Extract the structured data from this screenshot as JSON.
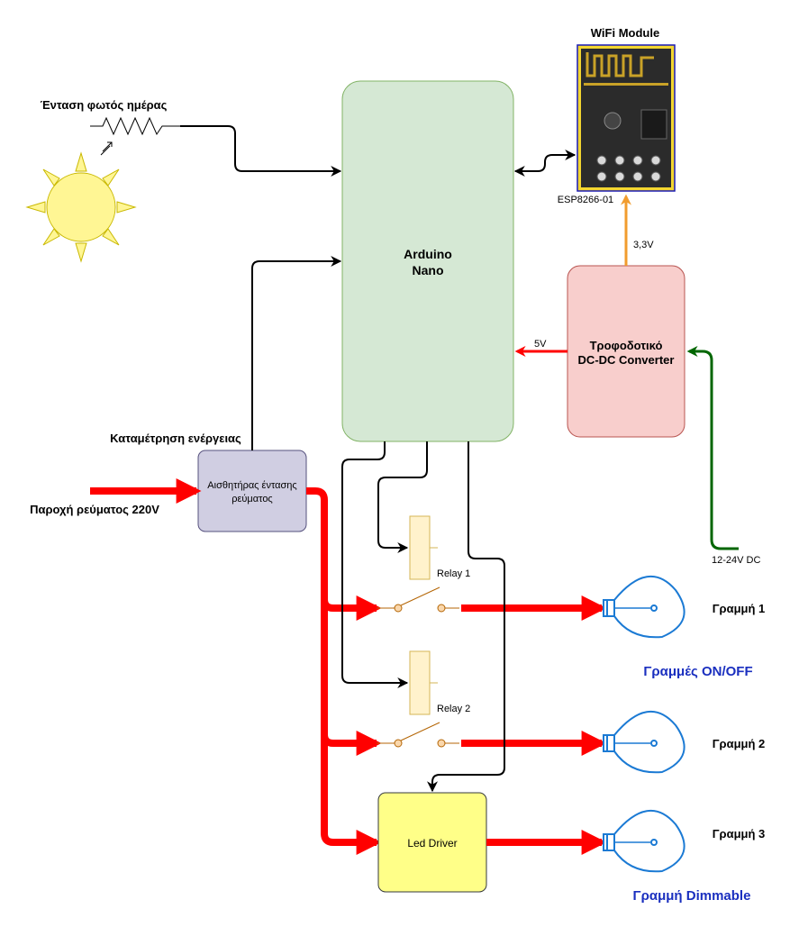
{
  "labels": {
    "wifi_title": "WiFi Module",
    "esp_label": "ESP8266-01",
    "daylight": "Ένταση φωτός ημέρας",
    "arduino_line1": "Arduino",
    "arduino_line2": "Nano",
    "voltage_33": "3,3V",
    "voltage_5": "5V",
    "psu_line1": "Τροφοδοτικό",
    "psu_line2": "DC-DC Converter",
    "energy_metering": "Καταμέτρηση ενέργειας",
    "sensor_line1": "Αισθητήρας έντασης",
    "sensor_line2": "ρεύματος",
    "mains_supply": "Παροχή ρεύματος 220V",
    "dc_input": "12-24V DC",
    "relay1": "Relay 1",
    "relay2": "Relay 2",
    "led_driver": "Led Driver",
    "line1": "Γραμμή 1",
    "line2": "Γραμμή 2",
    "line3": "Γραμμή 3",
    "onoff_group": "Γραμμές ON/OFF",
    "dimmable_group": "Γραμμή Dimmable"
  },
  "colors": {
    "arduino_fill": "#d5e8d4",
    "arduino_stroke": "#82b366",
    "psu_fill": "#f8cecc",
    "psu_stroke": "#b85450",
    "sensor_fill": "#d0cee2",
    "sensor_stroke": "#56517e",
    "led_fill": "#ffff88",
    "relay_fill": "#fff2cc",
    "relay_stroke": "#d6b656",
    "power_red": "#ff0000",
    "supply_orange": "#f19c2e",
    "dc_green": "#006600",
    "bulb_blue": "#1b7ad4",
    "group_label_blue": "#1a2fbf",
    "sun_fill": "#fff694"
  }
}
